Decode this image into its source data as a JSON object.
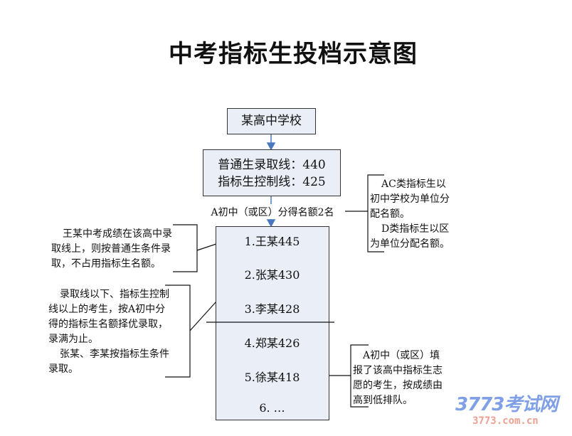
{
  "title": "中考指标生投档示意图",
  "school_box": "某高中学校",
  "lines_box": {
    "line1": "普通生录取线：440",
    "line2": "指标生控制线：425"
  },
  "quota_label": "A初中（或区）分得名额2名",
  "candidates": [
    "1.王某445",
    "2.张某430",
    "3.李某428",
    "4.郑某426",
    "5.徐某418",
    "6. …"
  ],
  "notes": {
    "right_top": [
      "AC类指标生以",
      "初中学校为单位分",
      "配名额。",
      "D类指标生以区",
      "为单位分配名额。"
    ],
    "left_top": [
      "王某中考成绩在该高中录",
      "取线上，则按普通生条件录",
      "取，不占用指标生名额。"
    ],
    "left_bottom": [
      "录取线以下、指标生控制",
      "线以上的考生，按A初中分",
      "得的指标生名额择优录取，",
      "录满为止。",
      "张某、李某按指标生条件",
      "录取。"
    ],
    "right_bottom": [
      "A初中（或区）填",
      "报了该高中指标生志",
      "愿的考生，按成绩由",
      "高到低排队。"
    ]
  },
  "watermark": {
    "brand": "3773考试网",
    "url": "3773.com.cn"
  },
  "colors": {
    "box_fill": "#e9eef7",
    "arrow": "#4a78c0"
  }
}
